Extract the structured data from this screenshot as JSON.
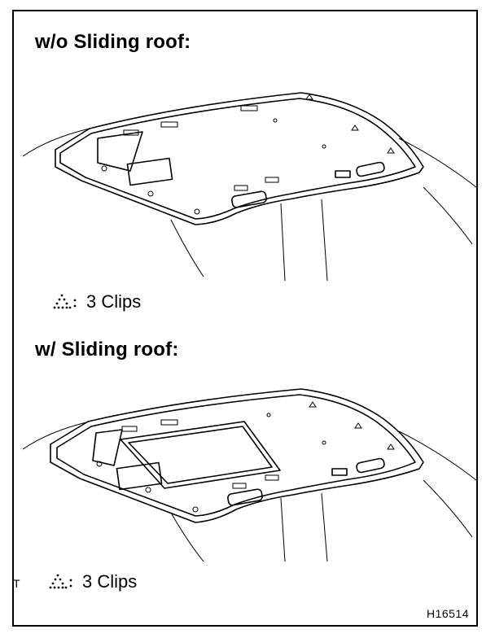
{
  "sections": [
    {
      "heading": "w/o Sliding roof:",
      "legend": {
        "count_label": "3 Clips",
        "symbol": "clip-triangle-icon"
      }
    },
    {
      "heading": "w/ Sliding roof:",
      "legend": {
        "count_label": "3 Clips",
        "symbol": "clip-triangle-icon"
      }
    }
  ],
  "marker": "T",
  "figure_id": "H16514"
}
